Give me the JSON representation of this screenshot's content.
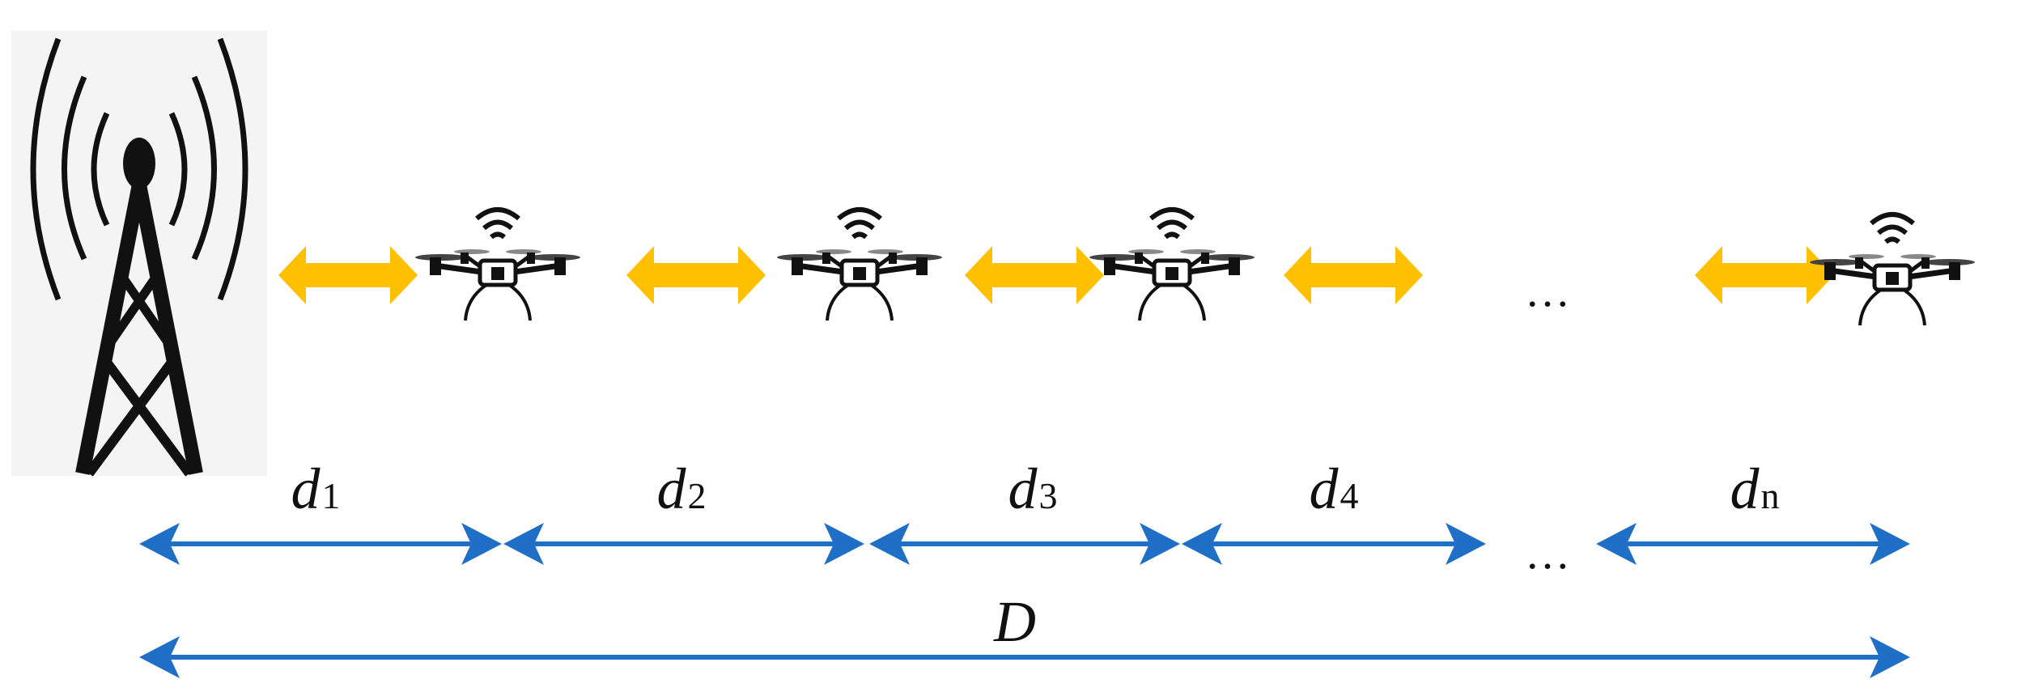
{
  "segments": [
    {
      "main": "d",
      "sub": "1"
    },
    {
      "main": "d",
      "sub": "2"
    },
    {
      "main": "d",
      "sub": "3"
    },
    {
      "main": "d",
      "sub": "4"
    },
    {
      "main": "d",
      "sub": "n"
    }
  ],
  "total_label": "D",
  "ellipsis_top": "…",
  "ellipsis_bottom": "…",
  "colors": {
    "link_arrow": "#FFC000",
    "distance_arrow": "#1F6FC6",
    "icon": "#111111"
  },
  "icons": [
    "tower-icon",
    "drone-icon"
  ]
}
